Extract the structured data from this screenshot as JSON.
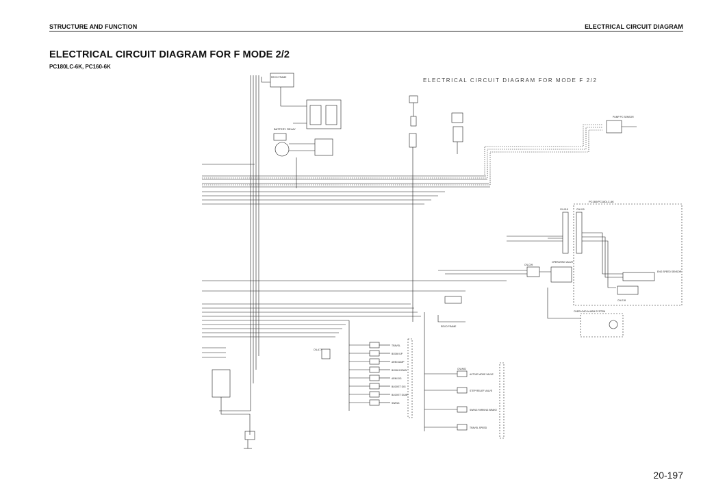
{
  "header": {
    "left": "STRUCTURE AND FUNCTION",
    "right": "ELECTRICAL CIRCUIT DIAGRAM"
  },
  "title": "ELECTRICAL CIRCUIT DIAGRAM FOR F MODE 2/2",
  "subtitle": "PC180LC-6K, PC160-6K",
  "page_number": "20-197",
  "diagram": {
    "inner_title": "ELECTRICAL CIRCUIT DIAGRAM FOR MODE F 2/2",
    "labels": {
      "battery_relay": "BATTERY RELAY",
      "revo_frame": "REVO FRAME",
      "pc160_pc180": "PC160/PC180LC-6K",
      "operating_valve": "OPERATING VALVE",
      "eng_speed_sensor": "ENG SPEED SENSOR",
      "overload_alarm": "OVERLOAD ALARM SYSTEM",
      "travel": "TRAVEL",
      "boom_up": "BOOM UP",
      "arm_dump": "ARM DUMP",
      "boom_down": "BOOM DOWN",
      "arm_dig": "ARM DIG",
      "bucket_dig": "BUCKET DIG",
      "bucket_dump": "BUCKET DUMP",
      "swing": "SWING",
      "active_mode_valve": "ACTIVE MODE VALVE",
      "step_relief_valve": "STEP RELIEF VALVE",
      "swing_parking_brake": "SWING PARKING BRAKE",
      "travel_speed": "TRAVEL SPEED",
      "pump_pc_sensor": "PUMP PC SENSOR",
      "cn_018": "CN-018",
      "cn_019": "CN-019",
      "cn_c09": "CN-C09",
      "cn_a77": "CN-A77",
      "cn_w02": "CN-W02",
      "cn_e18": "CN-E18"
    }
  }
}
